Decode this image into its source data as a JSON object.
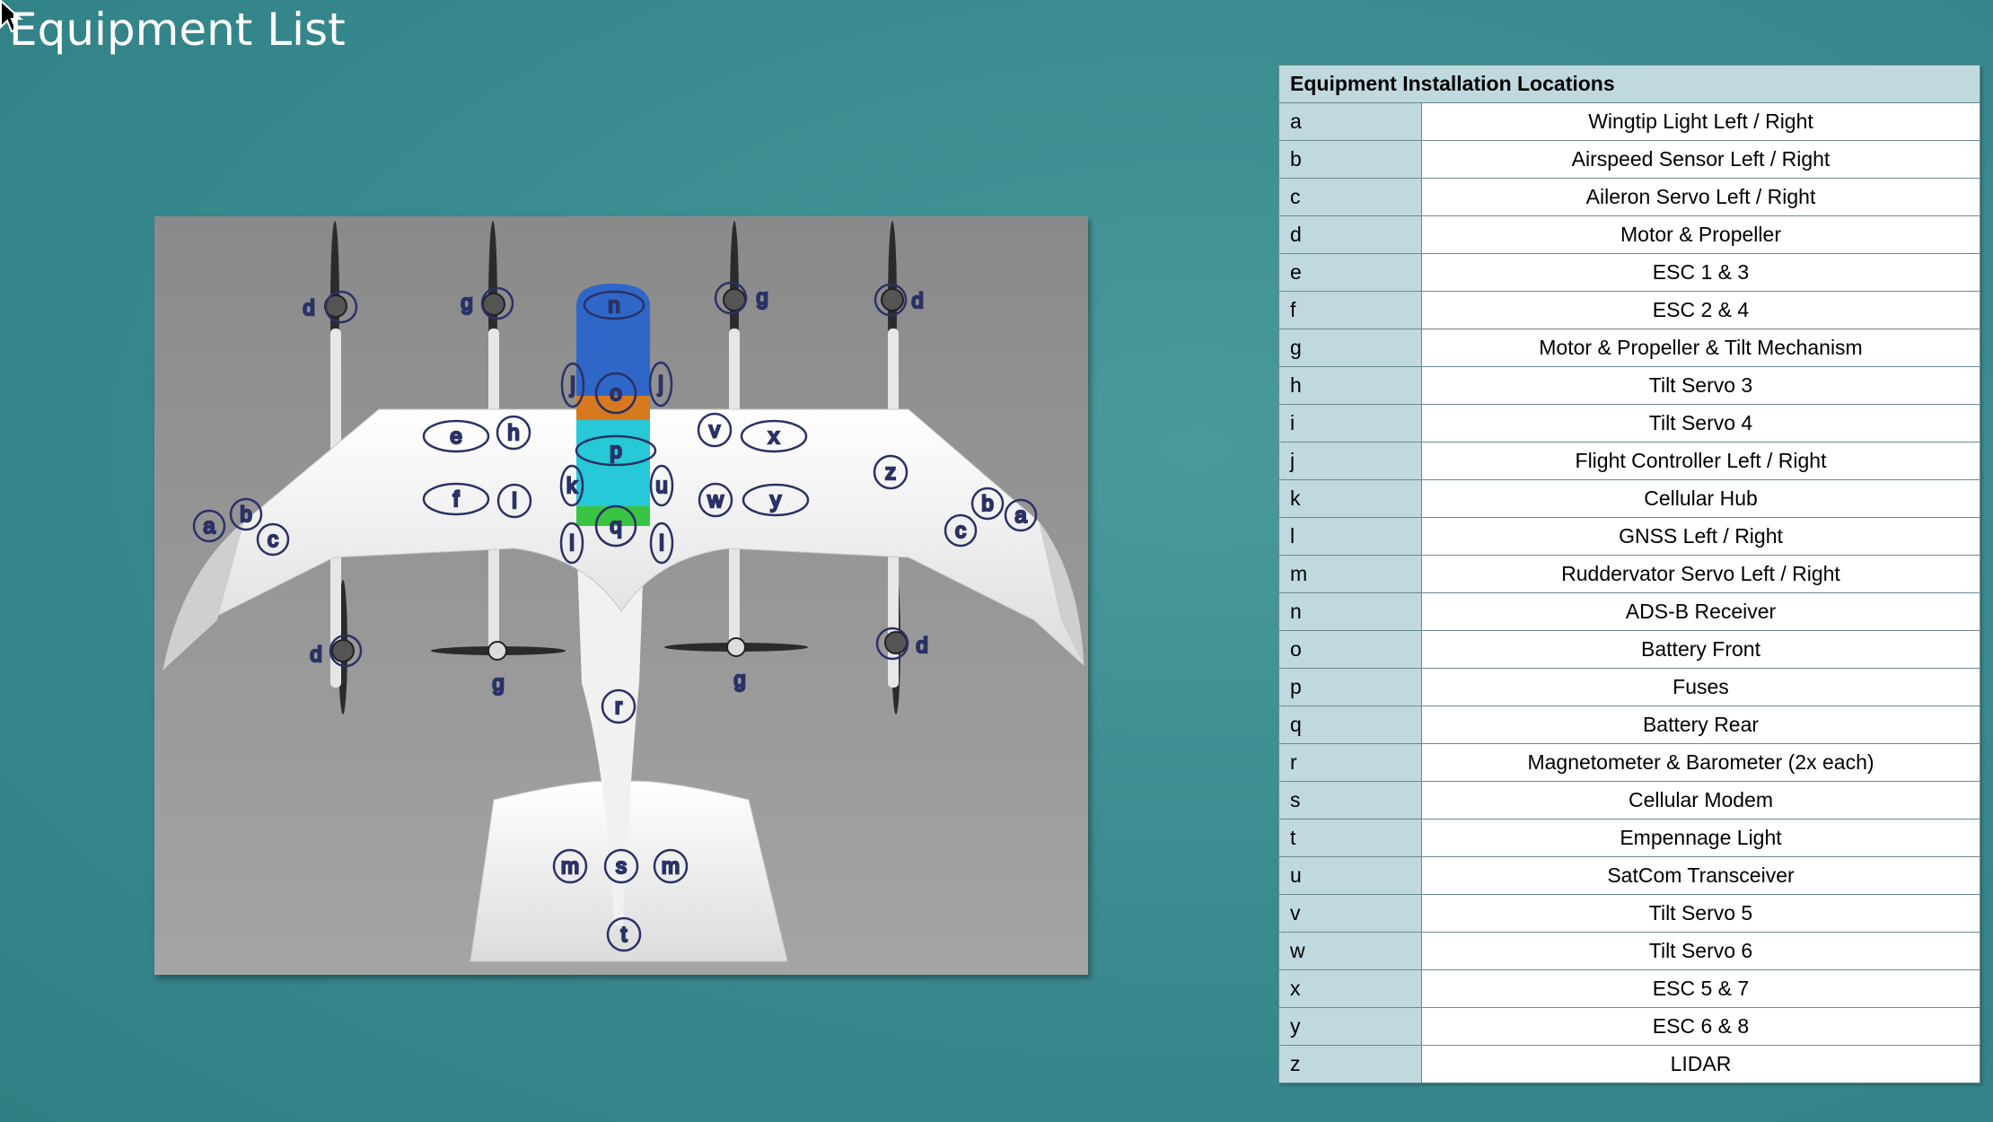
{
  "page": {
    "title": "Equipment List"
  },
  "table": {
    "header": "Equipment Installation Locations",
    "rows": [
      {
        "letter": "a",
        "item": "Wingtip Light Left / Right"
      },
      {
        "letter": "b",
        "item": "Airspeed Sensor Left / Right"
      },
      {
        "letter": "c",
        "item": "Aileron Servo Left / Right"
      },
      {
        "letter": "d",
        "item": "Motor & Propeller"
      },
      {
        "letter": "e",
        "item": "ESC 1 & 3"
      },
      {
        "letter": "f",
        "item": "ESC 2 & 4"
      },
      {
        "letter": "g",
        "item": "Motor & Propeller & Tilt Mechanism"
      },
      {
        "letter": "h",
        "item": "Tilt Servo 3"
      },
      {
        "letter": "i",
        "item": "Tilt Servo 4"
      },
      {
        "letter": "j",
        "item": "Flight Controller Left / Right"
      },
      {
        "letter": "k",
        "item": "Cellular Hub"
      },
      {
        "letter": "l",
        "item": "GNSS Left / Right"
      },
      {
        "letter": "m",
        "item": "Ruddervator Servo Left / Right"
      },
      {
        "letter": "n",
        "item": "ADS-B Receiver"
      },
      {
        "letter": "o",
        "item": "Battery Front"
      },
      {
        "letter": "p",
        "item": "Fuses"
      },
      {
        "letter": "q",
        "item": "Battery Rear"
      },
      {
        "letter": "r",
        "item": "Magnetometer & Barometer (2x each)"
      },
      {
        "letter": "s",
        "item": "Cellular Modem"
      },
      {
        "letter": "t",
        "item": "Empennage Light"
      },
      {
        "letter": "u",
        "item": "SatCom Transceiver"
      },
      {
        "letter": "v",
        "item": "Tilt Servo 5"
      },
      {
        "letter": "w",
        "item": "Tilt Servo 6"
      },
      {
        "letter": "x",
        "item": "ESC 5 & 7"
      },
      {
        "letter": "y",
        "item": "ESC 6 & 8"
      },
      {
        "letter": "z",
        "item": "LIDAR"
      }
    ]
  },
  "diagram": {
    "labels": {
      "a": "a",
      "b": "b",
      "c": "c",
      "d": "d",
      "e": "e",
      "f": "f",
      "g": "g",
      "h": "h",
      "i": "i",
      "j": "j",
      "k": "k",
      "l": "l",
      "m": "m",
      "n": "n",
      "o": "o",
      "p": "p",
      "q": "q",
      "r": "r",
      "s": "s",
      "t": "t",
      "u": "u",
      "v": "v",
      "w": "w",
      "x": "x",
      "y": "y",
      "z": "z"
    }
  },
  "colors": {
    "background": "#3a8c90",
    "table_header": "#bfd9df",
    "battery_front": "#2f67c8",
    "fuses": "#d7791e",
    "battery_rear": "#27c8d8",
    "gnss": "#39c443",
    "label_stroke": "#2a3166"
  }
}
